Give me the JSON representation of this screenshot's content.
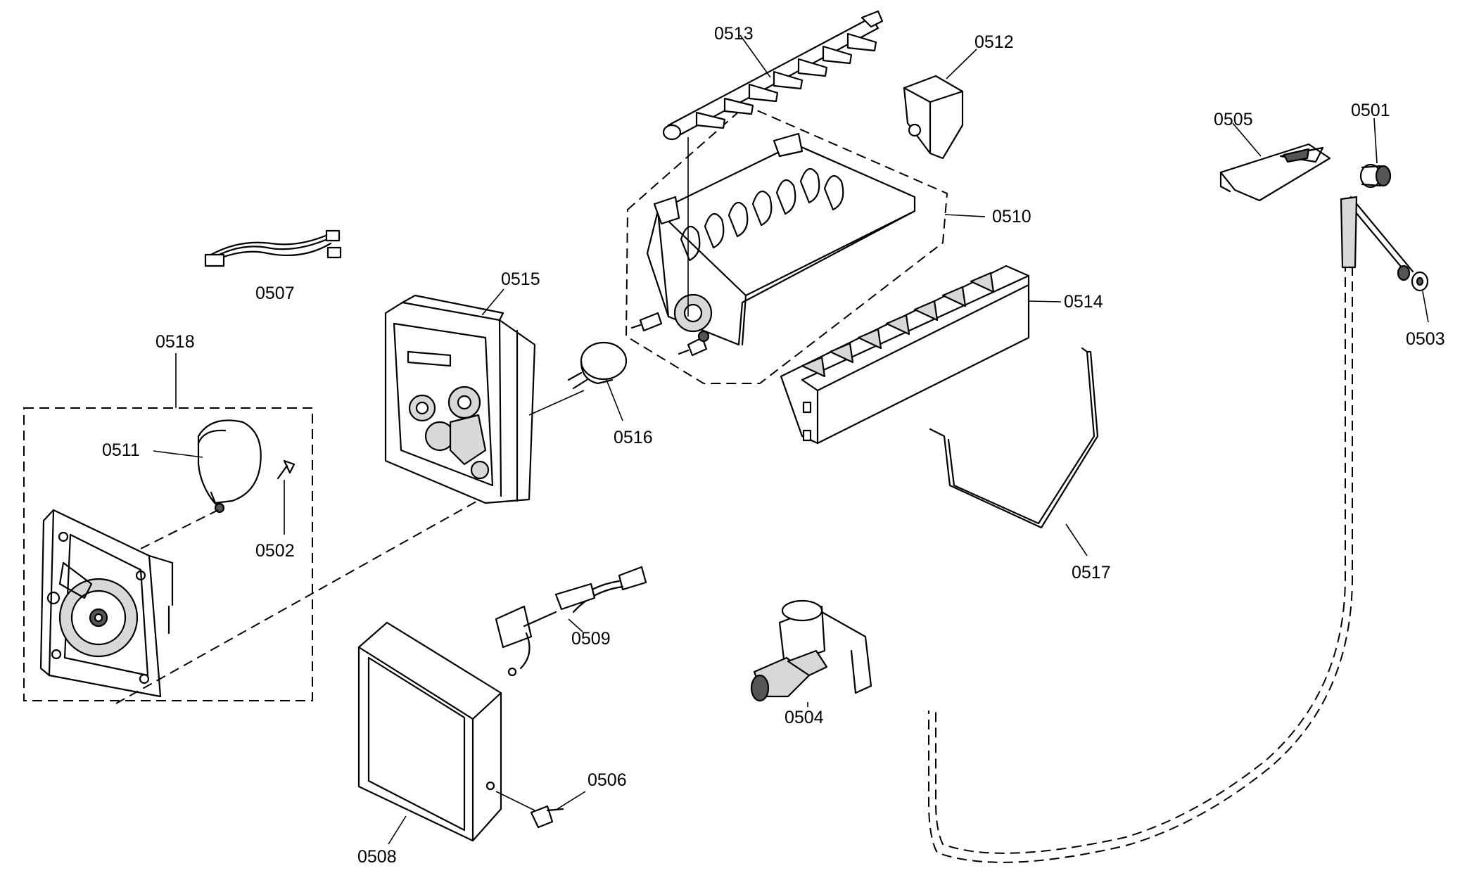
{
  "labels": {
    "p0501": "0501",
    "p0502": "0502",
    "p0503": "0503",
    "p0504": "0504",
    "p0505": "0505",
    "p0506": "0506",
    "p0507": "0507",
    "p0508": "0508",
    "p0509": "0509",
    "p0510": "0510",
    "p0511": "0511",
    "p0512": "0512",
    "p0513": "0513",
    "p0514": "0514",
    "p0515": "0515",
    "p0516": "0516",
    "p0517": "0517",
    "p0518": "0518"
  }
}
